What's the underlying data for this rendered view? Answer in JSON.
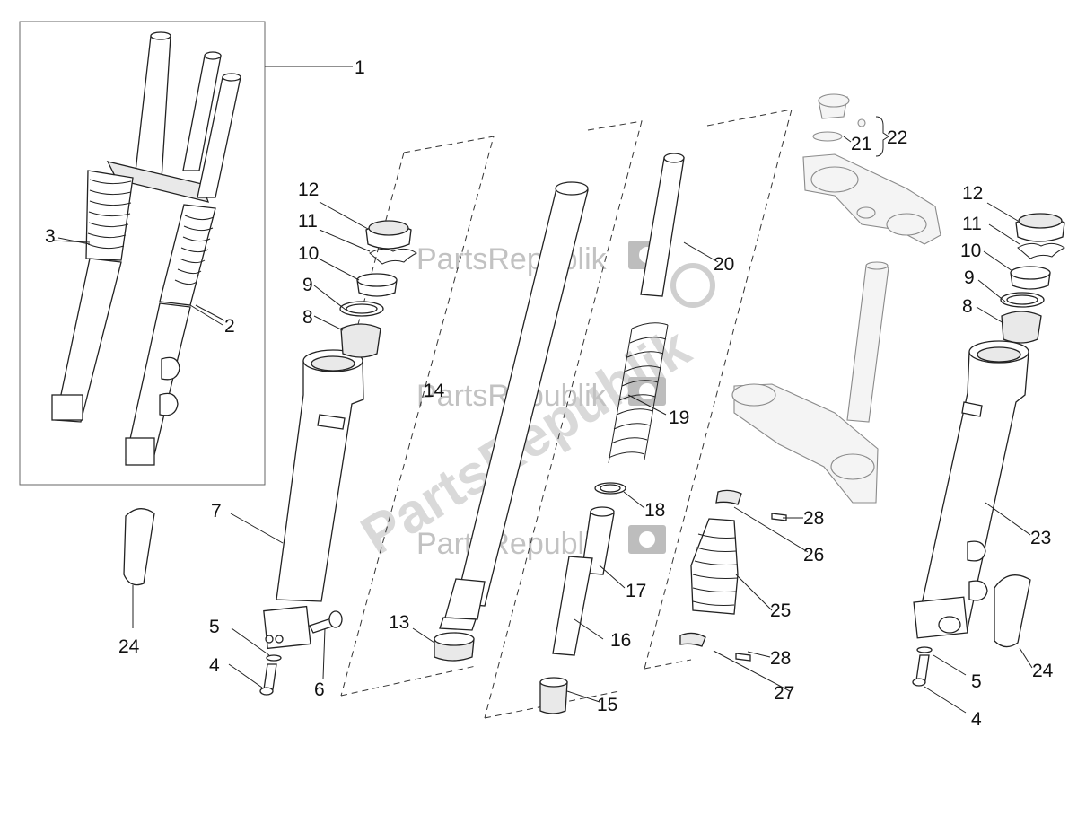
{
  "watermarks": [
    "PartsRepublik",
    "PartsRepublik",
    "PartsRepublik",
    "PartsRepublik"
  ],
  "callouts": [
    "1",
    "2",
    "3",
    "4",
    "4",
    "5",
    "5",
    "6",
    "7",
    "8",
    "8",
    "9",
    "9",
    "10",
    "10",
    "11",
    "11",
    "12",
    "12",
    "13",
    "14",
    "15",
    "16",
    "17",
    "18",
    "19",
    "20",
    "21",
    "22",
    "23",
    "24",
    "24",
    "25",
    "26",
    "27",
    "28",
    "28"
  ],
  "colors": {
    "line": "#222222",
    "watermark": "#c2c2c2"
  }
}
